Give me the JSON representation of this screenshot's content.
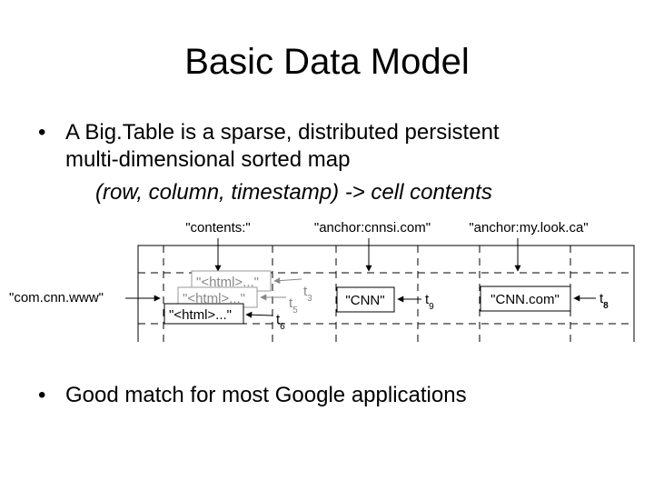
{
  "slide": {
    "title": "Basic Data Model",
    "bullets": [
      {
        "line1": "A Big.Table is a sparse, distributed persistent",
        "line2": "multi-dimensional sorted map"
      },
      {
        "line1": "Good match for most Google applications"
      }
    ],
    "formula": "(row, column, timestamp) -> cell contents",
    "bullet_glyph": "•"
  },
  "diagram": {
    "row_key": "\"com.cnn.www\"",
    "columns": [
      "\"contents:\"",
      "\"anchor:cnnsi.com\"",
      "\"anchor:my.look.ca\""
    ],
    "contents_versions": [
      "\"<html>...\"",
      "\"<html>...\"",
      "\"<html>...\""
    ],
    "timestamps": {
      "t3": "3",
      "t5": "5",
      "t6": "6",
      "t8": "8",
      "t9": "9"
    },
    "timestamp_prefix": "t",
    "anchor_cells": [
      "\"CNN\"",
      "\"CNN.com\""
    ]
  }
}
